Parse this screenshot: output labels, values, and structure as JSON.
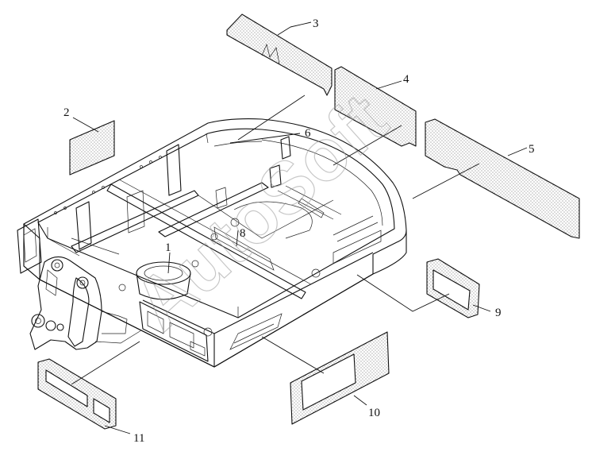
{
  "diagram": {
    "callouts": [
      {
        "id": "callout-1",
        "label": "1"
      },
      {
        "id": "callout-2",
        "label": "2"
      },
      {
        "id": "callout-3",
        "label": "3"
      },
      {
        "id": "callout-4",
        "label": "4"
      },
      {
        "id": "callout-5",
        "label": "5"
      },
      {
        "id": "callout-6",
        "label": "6"
      },
      {
        "id": "callout-8",
        "label": "8"
      },
      {
        "id": "callout-9",
        "label": "9"
      },
      {
        "id": "callout-10",
        "label": "10"
      },
      {
        "id": "callout-11",
        "label": "11"
      }
    ],
    "watermark": "AutoSoft",
    "colors": {
      "ink": "#111111",
      "dots": "#555555",
      "paper": "#ffffff"
    }
  }
}
